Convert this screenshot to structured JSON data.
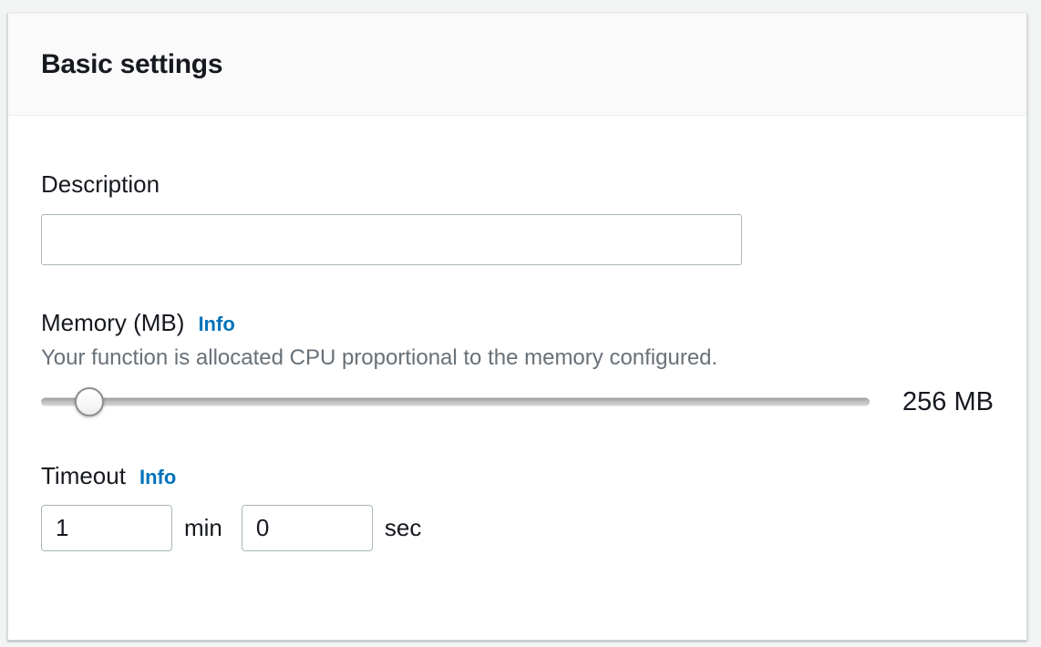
{
  "panel": {
    "title": "Basic settings"
  },
  "description": {
    "label": "Description",
    "value": "",
    "placeholder": ""
  },
  "memory": {
    "label": "Memory (MB)",
    "info_label": "Info",
    "helper": "Your function is allocated CPU proportional to the memory configured.",
    "value_label": "256 MB",
    "slider_percent": 5.8
  },
  "timeout": {
    "label": "Timeout",
    "info_label": "Info",
    "minutes_value": "1",
    "minutes_unit": "min",
    "seconds_value": "0",
    "seconds_unit": "sec"
  },
  "colors": {
    "link_accent": "#0073bb",
    "text_dark": "#16191f",
    "text_muted": "#687078",
    "input_border": "#aab7b8",
    "header_bg": "#fafafa",
    "divider": "#eaeded",
    "page_bg": "#f2f3f3"
  }
}
